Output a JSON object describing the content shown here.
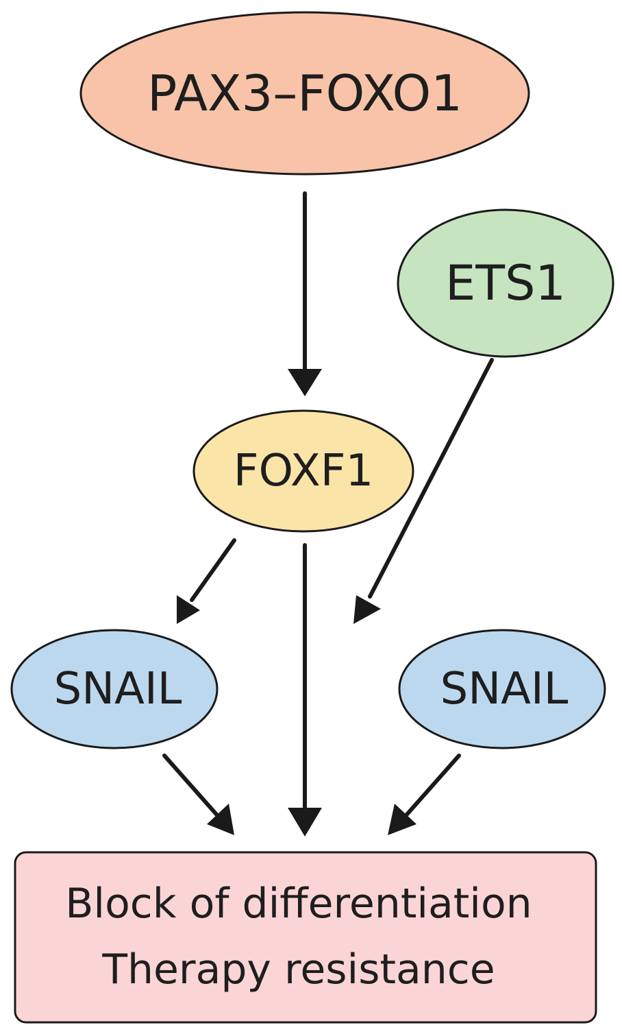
{
  "nodes": {
    "pax3_foxo1": {
      "label": "PAX3–FOXO1",
      "color": "#f8c3a8"
    },
    "ets1": {
      "label": "ETS1",
      "color": "#c6e4c0"
    },
    "foxf1": {
      "label": "FOXF1",
      "color": "#fbe4a8"
    },
    "snail_left": {
      "label": "SNAIL",
      "color": "#bcd8ee"
    },
    "snail_right": {
      "label": "SNAIL",
      "color": "#bcd8ee"
    }
  },
  "outcome": {
    "line1": "Block of differentiation",
    "line2": "Therapy resistance",
    "color": "#fbd5d5"
  },
  "edges": [
    {
      "from": "PAX3–FOXO1",
      "to": "FOXF1"
    },
    {
      "from": "ETS1",
      "to": "SNAIL"
    },
    {
      "from": "FOXF1",
      "to": "SNAIL"
    },
    {
      "from": "FOXF1",
      "to": "outcome"
    },
    {
      "from": "SNAIL",
      "to": "outcome"
    },
    {
      "from": "SNAIL",
      "to": "outcome"
    }
  ]
}
